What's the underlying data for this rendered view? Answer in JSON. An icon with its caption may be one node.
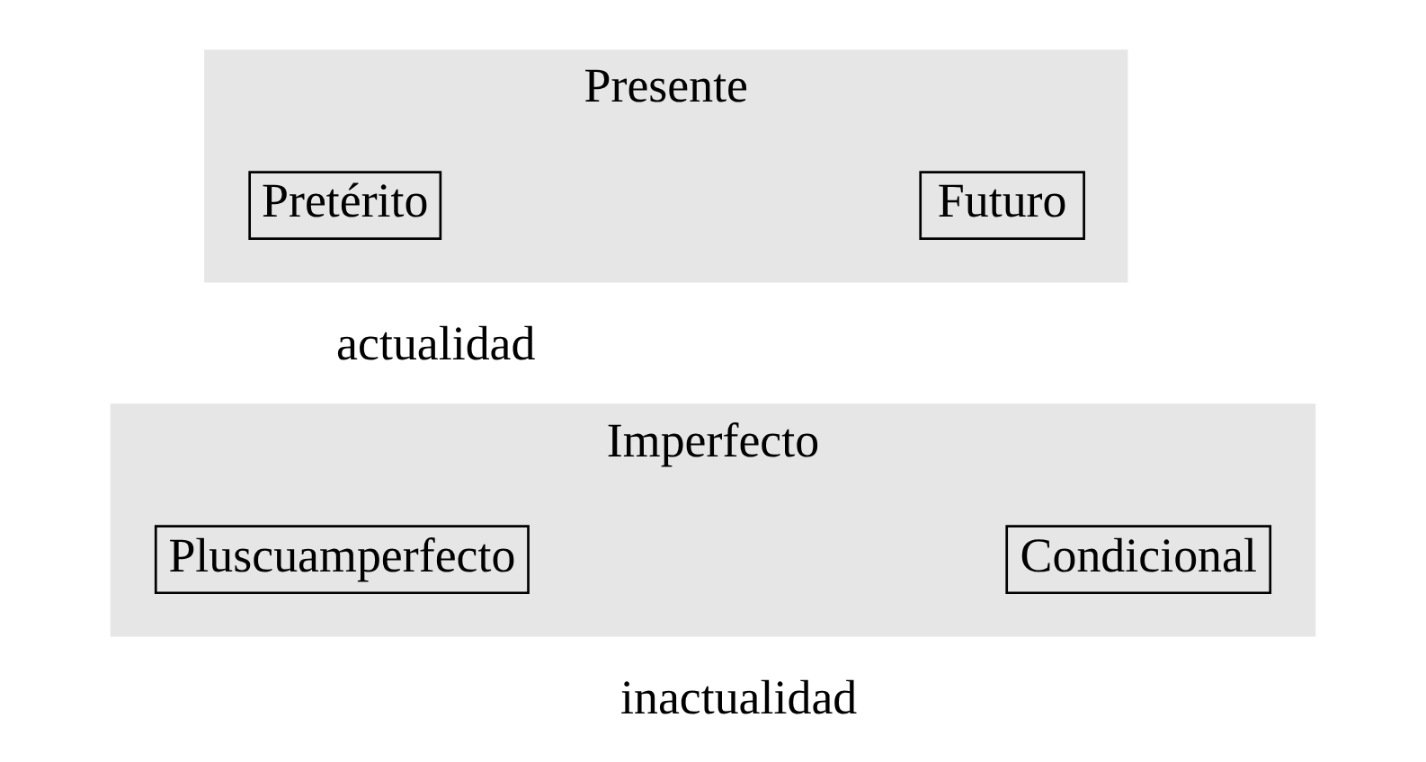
{
  "diagram": {
    "nodes": [
      {
        "text": [
          "Presente"
        ],
        "beside": [
          "actualidad"
        ]
      },
      {
        "text": [
          "Pretérito"
        ],
        "in": 0
      },
      {
        "text": [
          "Futuro"
        ],
        "in": 0
      },
      {
        "text": [
          "Imperfecto"
        ],
        "beside": [
          "inactualidad"
        ]
      },
      {
        "text": [
          "Pluscuamperfecto"
        ],
        "in": 3
      },
      {
        "text": [
          "Condicional"
        ],
        "in": 3
      }
    ]
  }
}
